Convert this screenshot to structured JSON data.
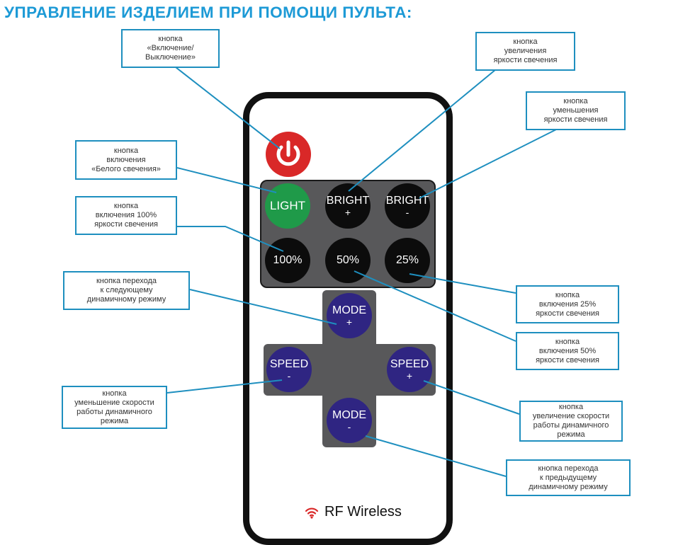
{
  "title": "УПРАВЛЕНИЕ ИЗДЕЛИЕМ ПРИ ПОМОЩИ ПУЛЬТА:",
  "callouts": {
    "power": [
      "кнопка",
      "«Включение/",
      "Выключение»"
    ],
    "bright_up": [
      "кнопка",
      "увеличения",
      "яркости свечения"
    ],
    "bright_down": [
      "кнопка",
      "уменьшения",
      "яркости свечения"
    ],
    "light": [
      "кнопка",
      "включения",
      "«Белого свечения»"
    ],
    "full": [
      "кнопка",
      "включения 100%",
      "яркости свечения"
    ],
    "mode_next": [
      "кнопка перехода",
      "к следующему",
      "динамичному режиму"
    ],
    "quarter": [
      "кнопка",
      "включения 25%",
      "яркости свечения"
    ],
    "half": [
      "кнопка",
      "включения 50%",
      "яркости свечения"
    ],
    "speed_down": [
      "кнопка",
      "уменьшение скорости",
      "работы динамичного",
      "режима"
    ],
    "speed_up": [
      "кнопка",
      "увеличение скорости",
      "работы динамичного",
      "режима"
    ],
    "mode_prev": [
      "кнопка перехода",
      "к предыдущему",
      "динамичному режиму"
    ]
  },
  "buttons": {
    "light": [
      "LIGHT"
    ],
    "bright_plus": [
      "BRIGHT",
      "+"
    ],
    "bright_minus": [
      "BRIGHT",
      "-"
    ],
    "p100": [
      "100%"
    ],
    "p50": [
      "50%"
    ],
    "p25": [
      "25%"
    ],
    "mode_plus": [
      "MODE",
      "+"
    ],
    "speed_minus": [
      "SPEED",
      "-"
    ],
    "speed_plus": [
      "SPEED",
      "+"
    ],
    "mode_minus": [
      "MODE",
      "-"
    ]
  },
  "footer": {
    "label": "RF Wireless",
    "icon": "wifi-signal-icon"
  },
  "colors": {
    "title": "#1d9ad6",
    "callout_border": "#1e8fbf",
    "power": "#d92828",
    "light": "#1f9a49",
    "mode_speed": "#2f2582",
    "panel": "#58585a"
  }
}
